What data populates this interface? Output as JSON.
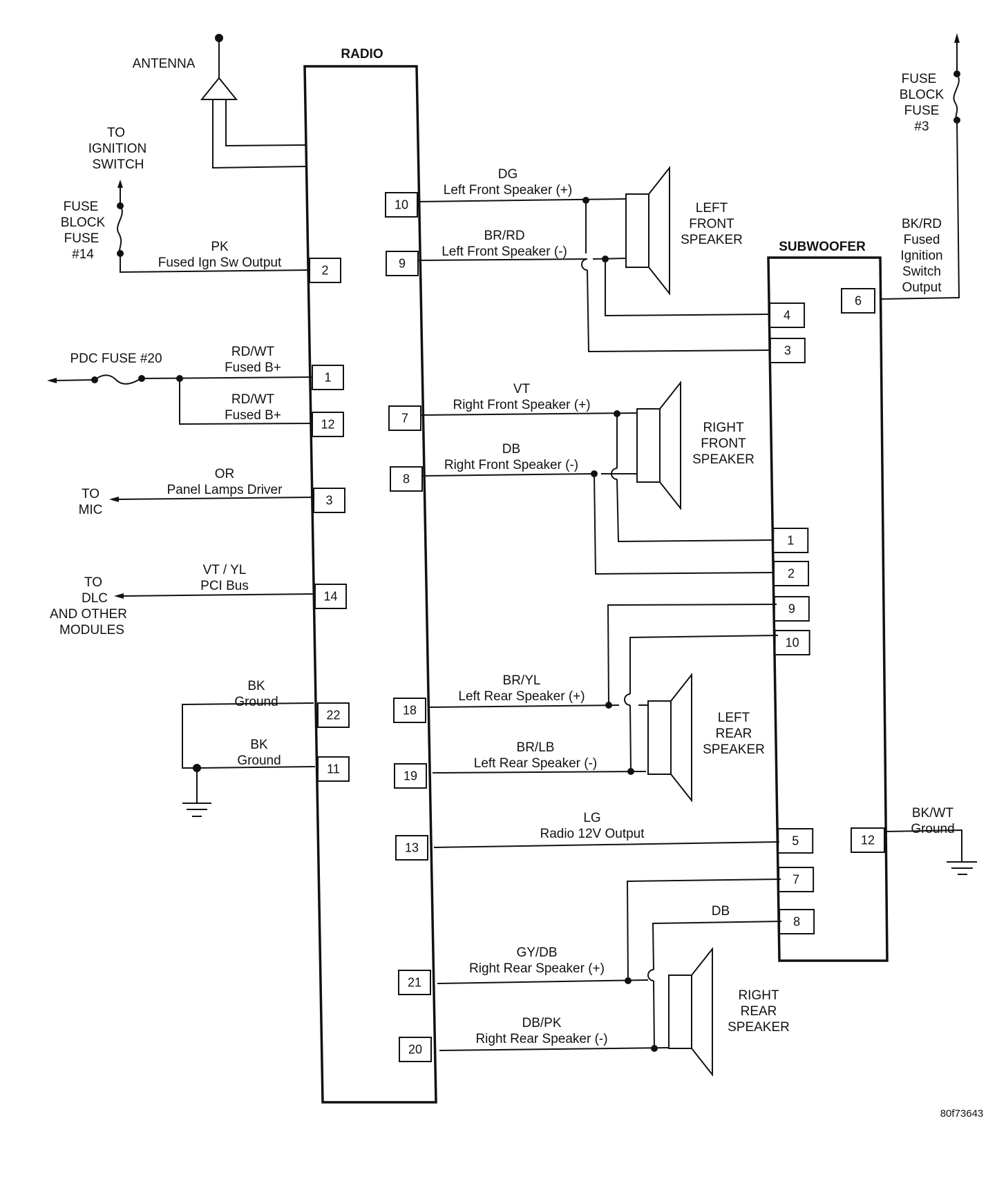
{
  "diagram": {
    "type": "wiring-schematic",
    "figure_id": "80f73643",
    "components": {
      "radio": {
        "label": "RADIO"
      },
      "subwoofer": {
        "label": "SUBWOOFER"
      },
      "antenna": {
        "label": "ANTENNA"
      },
      "left_front_speaker": {
        "lines": [
          "LEFT",
          "FRONT",
          "SPEAKER"
        ]
      },
      "right_front_speaker": {
        "lines": [
          "RIGHT",
          "FRONT",
          "SPEAKER"
        ]
      },
      "left_rear_speaker": {
        "lines": [
          "LEFT",
          "REAR",
          "SPEAKER"
        ]
      },
      "right_rear_speaker": {
        "lines": [
          "RIGHT",
          "REAR",
          "SPEAKER"
        ]
      }
    },
    "external": {
      "ignition_switch": [
        "TO",
        "IGNITION",
        "SWITCH"
      ],
      "fuse14": [
        "FUSE",
        "BLOCK",
        "FUSE",
        "#14"
      ],
      "fuse3": [
        "FUSE",
        "BLOCK",
        "FUSE",
        "#3"
      ],
      "pdc_fuse": "PDC FUSE #20",
      "to_mic": [
        "TO",
        "MIC"
      ],
      "to_dlc": [
        "TO",
        "DLC",
        "AND OTHER",
        "MODULES"
      ]
    },
    "radio_left_pins": [
      {
        "pin": "2",
        "color": "PK",
        "desc": "Fused Ign Sw Output"
      },
      {
        "pin": "1",
        "color": "RD/WT",
        "desc": "Fused B+"
      },
      {
        "pin": "12",
        "color": "RD/WT",
        "desc": "Fused B+"
      },
      {
        "pin": "3",
        "color": "OR",
        "desc": "Panel Lamps Driver"
      },
      {
        "pin": "14",
        "color": "VT / YL",
        "desc": "PCI Bus"
      },
      {
        "pin": "22",
        "color": "BK",
        "desc": "Ground"
      },
      {
        "pin": "11",
        "color": "BK",
        "desc": "Ground"
      }
    ],
    "radio_right_pins": [
      {
        "pin": "10",
        "color": "DG",
        "desc": "Left Front Speaker (+)"
      },
      {
        "pin": "9",
        "color": "BR/RD",
        "desc": "Left Front Speaker (-)"
      },
      {
        "pin": "7",
        "color": "VT",
        "desc": "Right Front Speaker (+)"
      },
      {
        "pin": "8",
        "color": "DB",
        "desc": "Right Front Speaker (-)"
      },
      {
        "pin": "18",
        "color": "BR/YL",
        "desc": "Left Rear Speaker (+)"
      },
      {
        "pin": "19",
        "color": "BR/LB",
        "desc": "Left Rear Speaker (-)"
      },
      {
        "pin": "13",
        "color": "LG",
        "desc": "Radio 12V Output"
      },
      {
        "pin": "21",
        "color": "GY/DB",
        "desc": "Right Rear Speaker (+)"
      },
      {
        "pin": "20",
        "color": "DB/PK",
        "desc": "Right Rear Speaker (-)"
      }
    ],
    "subwoofer_left_pins": [
      "4",
      "3",
      "1",
      "2",
      "9",
      "10",
      "5",
      "7",
      "8"
    ],
    "subwoofer_right_pins": [
      {
        "pin": "6",
        "lines": [
          "BK/RD",
          "Fused",
          "Ignition",
          "Switch",
          "Output"
        ]
      },
      {
        "pin": "12",
        "lines": [
          "BK/WT",
          "Ground"
        ]
      }
    ],
    "subwoofer_pin8_wire": "DB"
  }
}
